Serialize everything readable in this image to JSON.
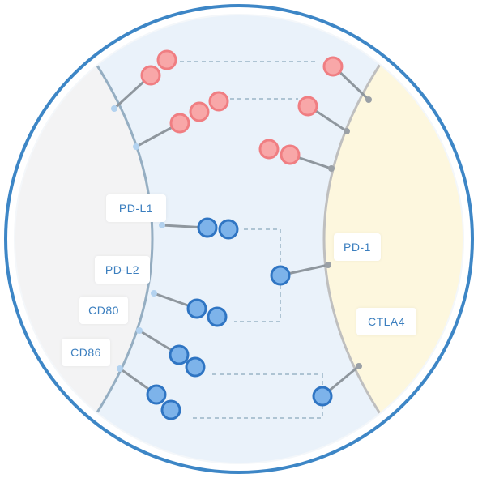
{
  "labels": {
    "pd_l1": "PD-L1",
    "pd_l2": "PD-L2",
    "cd80": "CD80",
    "cd86": "CD86",
    "pd_1": "PD-1",
    "ctla4": "CTLA4"
  },
  "colors": {
    "outer_ring": "#3d86c6",
    "left_cell": "#f3f3f4",
    "synapse": "#eaf2fa",
    "right_cell": "#fdf7de",
    "left_membrane": "#95aec2",
    "right_membrane": "#bfbfbf",
    "red_fill": "#f8a7a8",
    "red_stroke": "#f07e82",
    "blue_fill": "#7db3ea",
    "blue_stroke": "#2f75c3",
    "stem": "#8f979e",
    "anchor_left": "#b3d2ef",
    "anchor_right": "#9aa0a6",
    "dashed": "#aec4d3",
    "label_text": "#3c7fbf"
  }
}
